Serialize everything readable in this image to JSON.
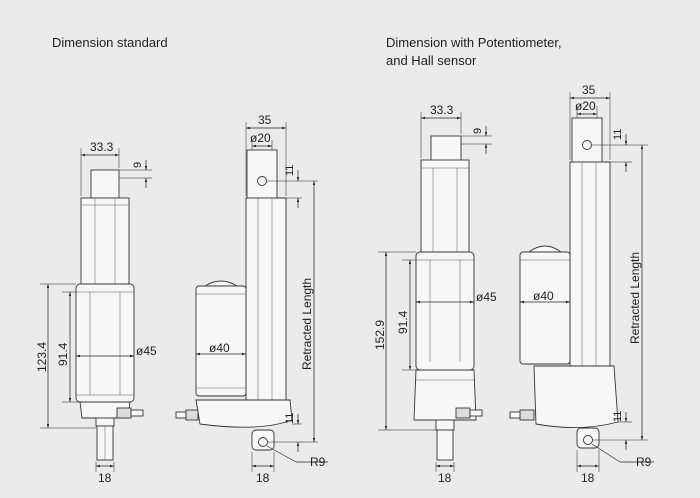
{
  "headings": {
    "left": "Dimension standard",
    "right_line1": "Dimension with Potentiometer,",
    "right_line2": "and Hall sensor"
  },
  "labels": {
    "width_333": "33.3",
    "width_35": "35",
    "dia_20": "ø20",
    "dim_9": "9",
    "dim_11": "11",
    "dia_45": "ø45",
    "dia_40": "ø40",
    "len_1234": "123.4",
    "len_914": "91.4",
    "len_1529": "152.9",
    "retracted": "Retracted Length",
    "radius": "R9",
    "width_18": "18"
  },
  "colors": {
    "background": "#ebebeb",
    "line": "#333333",
    "part_fill": "#f7f7f7"
  }
}
